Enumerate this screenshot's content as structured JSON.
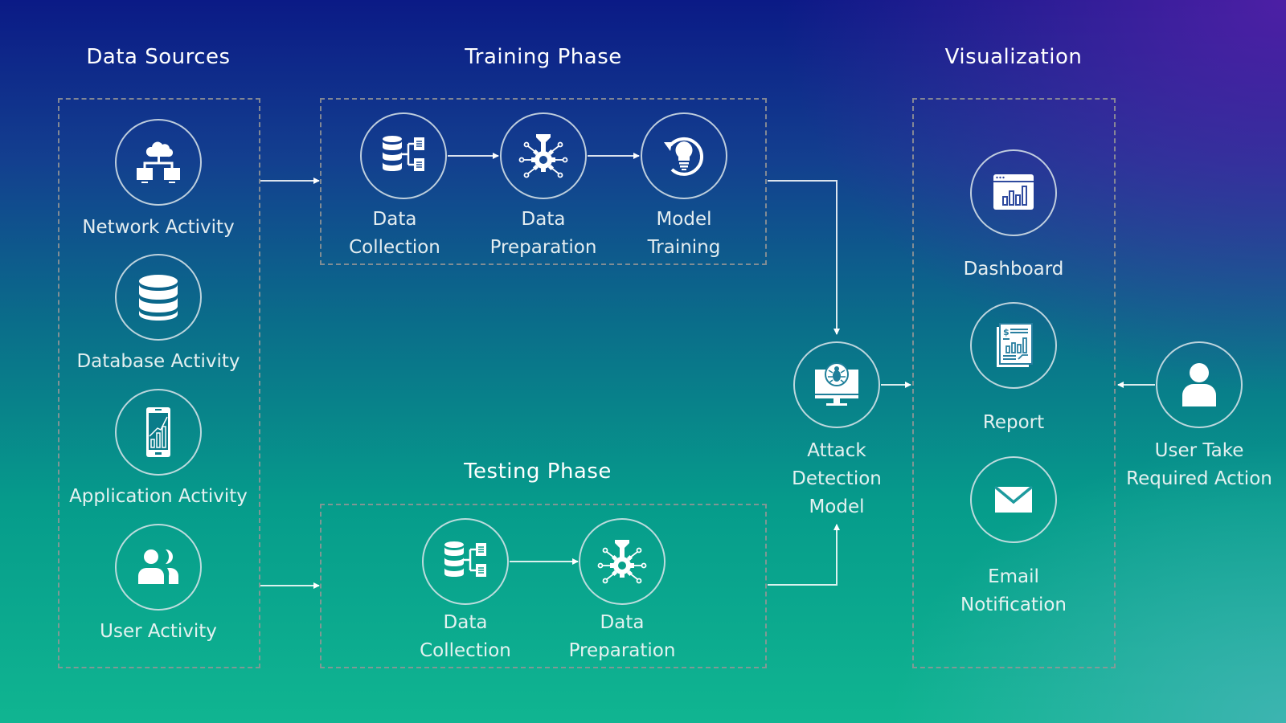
{
  "sections": {
    "data_sources": {
      "title": "Data Sources",
      "items": [
        {
          "label": "Network Activity",
          "icon": "network-icon"
        },
        {
          "label": "Database Activity",
          "icon": "database-icon"
        },
        {
          "label": "Application Activity",
          "icon": "mobile-chart-icon"
        },
        {
          "label": "User Activity",
          "icon": "users-icon"
        }
      ]
    },
    "training": {
      "title": "Training Phase",
      "steps": [
        {
          "line1": "Data",
          "line2": "Collection",
          "icon": "data-collection-icon"
        },
        {
          "line1": "Data",
          "line2": "Preparation",
          "icon": "data-preparation-icon"
        },
        {
          "line1": "Model",
          "line2": "Training",
          "icon": "model-training-icon"
        }
      ]
    },
    "testing": {
      "title": "Testing Phase",
      "steps": [
        {
          "line1": "Data",
          "line2": "Collection",
          "icon": "data-collection-icon"
        },
        {
          "line1": "Data",
          "line2": "Preparation",
          "icon": "data-preparation-icon"
        }
      ]
    },
    "model": {
      "line1": "Attack",
      "line2": "Detection",
      "line3": "Model",
      "icon": "bug-monitor-icon"
    },
    "visualization": {
      "title": "Visualization",
      "items": [
        {
          "line1": "Dashboard",
          "icon": "dashboard-icon"
        },
        {
          "line1": "Report",
          "icon": "report-icon"
        },
        {
          "line1": "Email",
          "line2": "Notification",
          "icon": "email-icon"
        }
      ]
    },
    "user_action": {
      "line1": "User Take",
      "line2": "Required Action",
      "icon": "user-icon"
    }
  },
  "colors": {
    "top": "#0b1a86",
    "bottom": "#10b591",
    "top_right": "#5820aa",
    "line": "#ffffff",
    "dashed_border": "#969696"
  }
}
